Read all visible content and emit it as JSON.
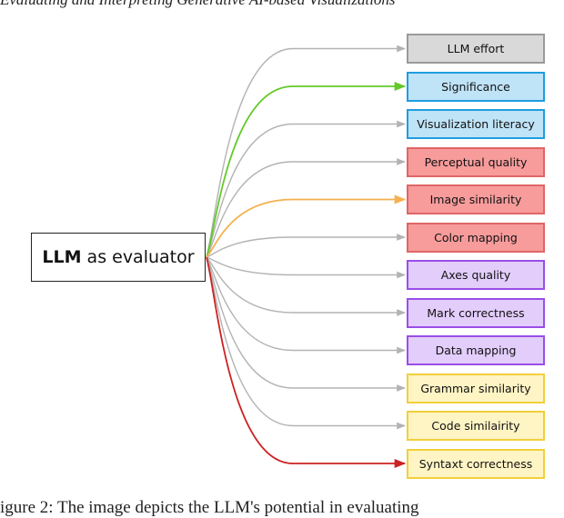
{
  "header": {
    "text": "Evaluating and Interpreting Generative AI-based Visualizations"
  },
  "footer": {
    "text": "igure 2: The image depicts the LLM's potential in evaluating"
  },
  "source": {
    "bold": "LLM",
    "rest": "as evaluator"
  },
  "colors": {
    "grey": {
      "fill": "#d9d9d9",
      "border": "#9a9a9a"
    },
    "blue": {
      "fill": "#bfe3f7",
      "border": "#1e9ee0"
    },
    "red": {
      "fill": "#f79b9b",
      "border": "#e06666"
    },
    "purple": {
      "fill": "#e3cdfb",
      "border": "#9b4ee8"
    },
    "yellow": {
      "fill": "#fff4c4",
      "border": "#f2cf3a"
    }
  },
  "edge_colors": {
    "default": "#b3b3b3",
    "green": "#62c929",
    "orange": "#f5b04f",
    "red": "#cc2222"
  },
  "nodes": [
    {
      "label": "LLM effort",
      "group": "grey",
      "edge": "default"
    },
    {
      "label": "Significance",
      "group": "blue",
      "edge": "green"
    },
    {
      "label": "Visualization literacy",
      "group": "blue",
      "edge": "default"
    },
    {
      "label": "Perceptual quality",
      "group": "red",
      "edge": "default"
    },
    {
      "label": "Image similarity",
      "group": "red",
      "edge": "orange"
    },
    {
      "label": "Color mapping",
      "group": "red",
      "edge": "default"
    },
    {
      "label": "Axes quality",
      "group": "purple",
      "edge": "default"
    },
    {
      "label": "Mark correctness",
      "group": "purple",
      "edge": "default"
    },
    {
      "label": "Data mapping",
      "group": "purple",
      "edge": "default"
    },
    {
      "label": "Grammar similarity",
      "group": "yellow",
      "edge": "default"
    },
    {
      "label": "Code similairity",
      "group": "yellow",
      "edge": "default"
    },
    {
      "label": "Syntaxt correctness",
      "group": "yellow",
      "edge": "red"
    }
  ]
}
